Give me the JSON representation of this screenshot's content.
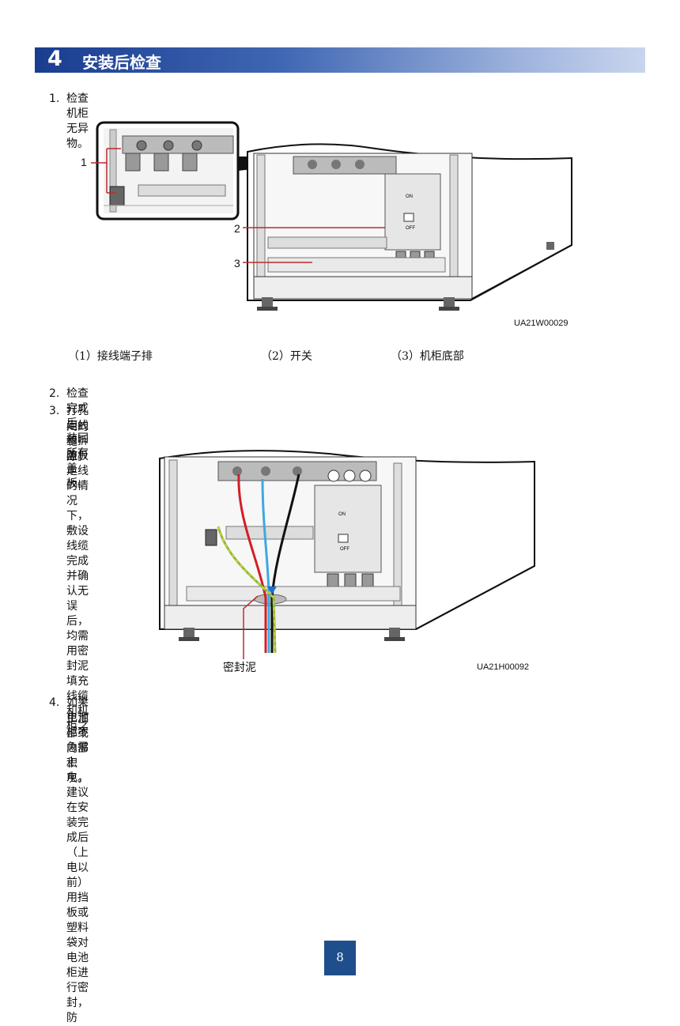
{
  "section": {
    "number": "4",
    "title": "安装后检查"
  },
  "steps": [
    {
      "num": "1.",
      "text": "检查机柜无异物。"
    },
    {
      "num": "2.",
      "text": "检查完成后，装回所有盖板。"
    },
    {
      "num": "3.",
      "line1": "打孔走线和拆盖板走线的情况下，敷设线缆完成并确认无误后，均需用密封泥填充线缆和机柜之",
      "line2": "间的缝隙。"
    },
    {
      "num": "4.",
      "line1": "如果电池柜不急需上电，建议在安装完成后（上电以前）用挡板或塑料袋对电池柜进行密封，防",
      "line2": "止顶部或内部积灰。"
    }
  ],
  "figure1": {
    "code": "UA21W00029",
    "callouts": [
      "1",
      "2",
      "3"
    ],
    "captions": [
      "（1）接线端子排",
      "（2）开关",
      "（3）机柜底部"
    ],
    "switch_on": "ON",
    "switch_off": "OFF"
  },
  "figure2": {
    "code": "UA21H00092",
    "label": "密封泥",
    "switch_on": "ON",
    "switch_off": "OFF"
  },
  "page_number": "8",
  "colors": {
    "header_dark": "#1a3d8f",
    "page_box": "#1f4e8c",
    "callout_red": "#c0282d"
  }
}
